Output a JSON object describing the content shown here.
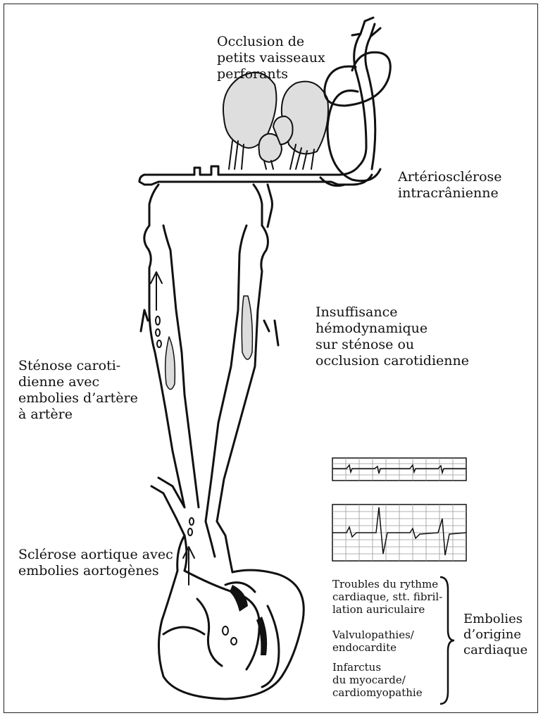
{
  "labels": {
    "small_vessel": "Occlusion de\npetits vaisseaux\nperforants",
    "intracranial": "Artériosclérose\nintracrânienne",
    "hemodynamic": "Insuffisance\nhémodynamique\nsur sténose ou\nocclusion carotidienne",
    "carotid_stenosis": "Sténose caroti-\ndienne avec\nembolies d’artère\nà artère",
    "aortic": "Sclérose aortique avec\nembolies aortogènes",
    "rhythm": "Troubles du rythme\ncardiaque, stt. fibril-\nlation auriculaire",
    "valve": "Valvulopathies/\nendocardite",
    "infarct": "Infarctus\ndu myocarde/\ncardiomyopathie",
    "cardiac_emboli": "Embolies\nd’origine\ncardiaque"
  },
  "colors": {
    "ink": "#111111",
    "shade": "#d8d8d8",
    "grid": "#9a9a9a"
  },
  "icons": {
    "brace": "right-curly-brace"
  }
}
